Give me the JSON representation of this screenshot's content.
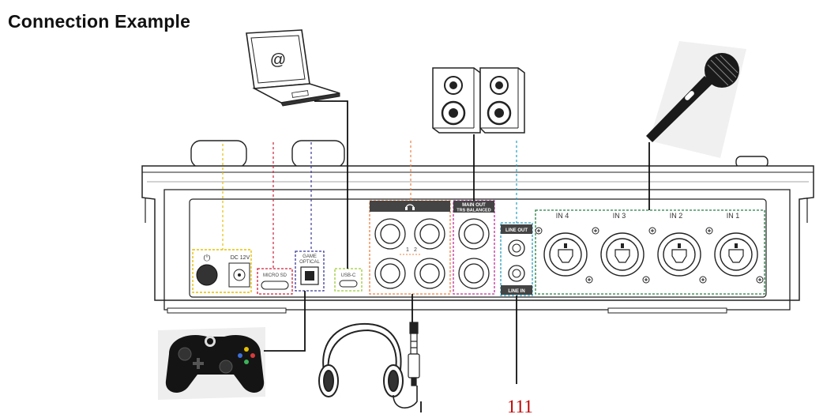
{
  "title": "Connection Example",
  "caption": "111",
  "colors": {
    "outline": "#222222",
    "power_group": "#e6c000",
    "sd_group": "#d0203a",
    "optical_group": "#3a3a9a",
    "usb_group": "#9acd32",
    "phones_group": "#f08040",
    "main_out_group": "#c0309a",
    "line_group": "#20a0c0",
    "input_group": "#208040",
    "caption_red": "#c00000"
  },
  "panel": {
    "power_icon": "⏻",
    "dc_label": "DC 12V",
    "sd_label": "MICRO SD",
    "optical_label_1": "GAME",
    "optical_label_2": "OPTICAL",
    "usb_label": "USB-C",
    "headphone_icon": "headphone-icon",
    "main_out_label_1": "MAIN OUT",
    "main_out_label_2": "TRS BALANCED",
    "line_out_label": "LINE OUT",
    "line_in_label": "LINE IN",
    "phones_num_1": "1",
    "phones_num_2": "2",
    "inputs": [
      {
        "label": "IN 4"
      },
      {
        "label": "IN 3"
      },
      {
        "label": "IN 2"
      },
      {
        "label": "IN 1"
      }
    ]
  },
  "devices": {
    "laptop_symbol": "@",
    "speakers": "speaker-icon",
    "microphone": "microphone-icon",
    "controller": "game-controller-icon",
    "headphones": "headphones-icon"
  }
}
